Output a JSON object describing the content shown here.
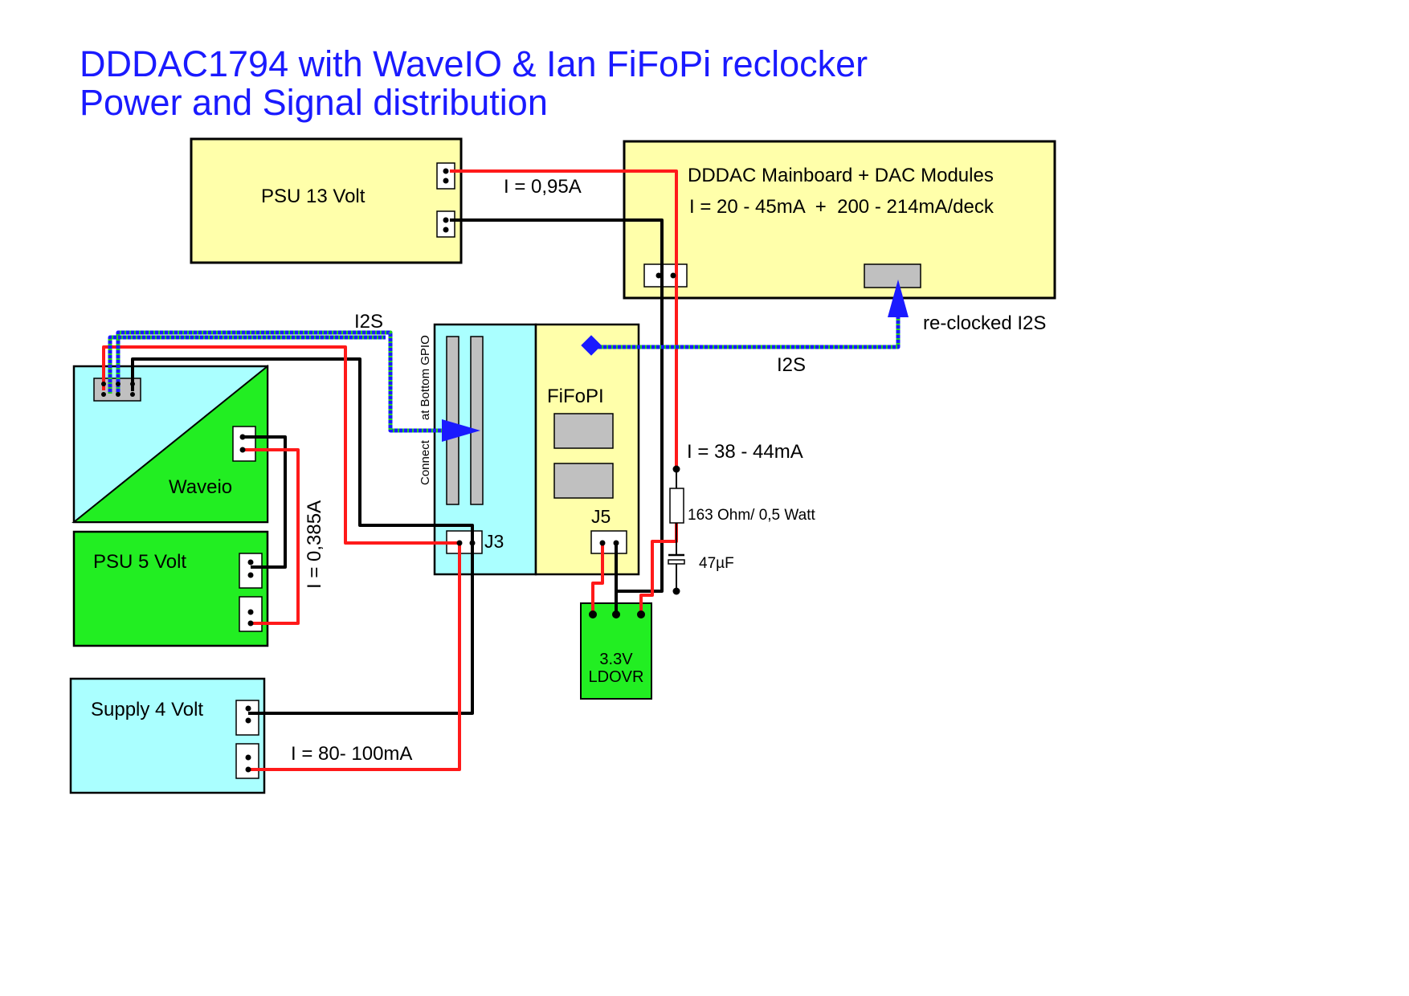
{
  "title": {
    "line1": "DDDAC1794 with WaveIO & Ian FiFoPi reclocker",
    "line2": "Power and Signal distribution"
  },
  "colors": {
    "title": "#1a1aff",
    "yellow_box": "#ffffaa",
    "cyan_box": "#aaffff",
    "green_box": "#22ee22",
    "power_wire": "#ff1a1a",
    "ground_wire": "#000000",
    "signal_dots_blue": "#1a1aff",
    "signal_dots_green": "#22cc22",
    "chip_gray": "#c0c0c0"
  },
  "blocks": {
    "psu13": "PSU 13 Volt",
    "mainboard_line1": "DDDAC Mainboard + DAC Modules",
    "mainboard_line2": "I = 20 - 45mA  +  200 - 214mA/deck",
    "fifopi": "FiFoPI",
    "waveio": "Waveio",
    "psu5": "PSU 5 Volt",
    "supply4": "Supply 4 Volt",
    "ldo_line1": "3.3V",
    "ldo_line2": "LDOVR"
  },
  "labels": {
    "current_13v": "I = 0,95A",
    "reclocked_i2s": "re-clocked I2S",
    "i2s_left": "I2S",
    "i2s_right": "I2S",
    "gpio_note": "Connect      at Bottom GPIO",
    "j3": "J3",
    "j5": "J5",
    "current_ldo": "I = 38 - 44mA",
    "resistor": "163 Ohm/ 0,5 Watt",
    "capacitor": "47µF",
    "current_5v": "I = 0,385A",
    "current_4v": "I = 80- 100mA"
  }
}
